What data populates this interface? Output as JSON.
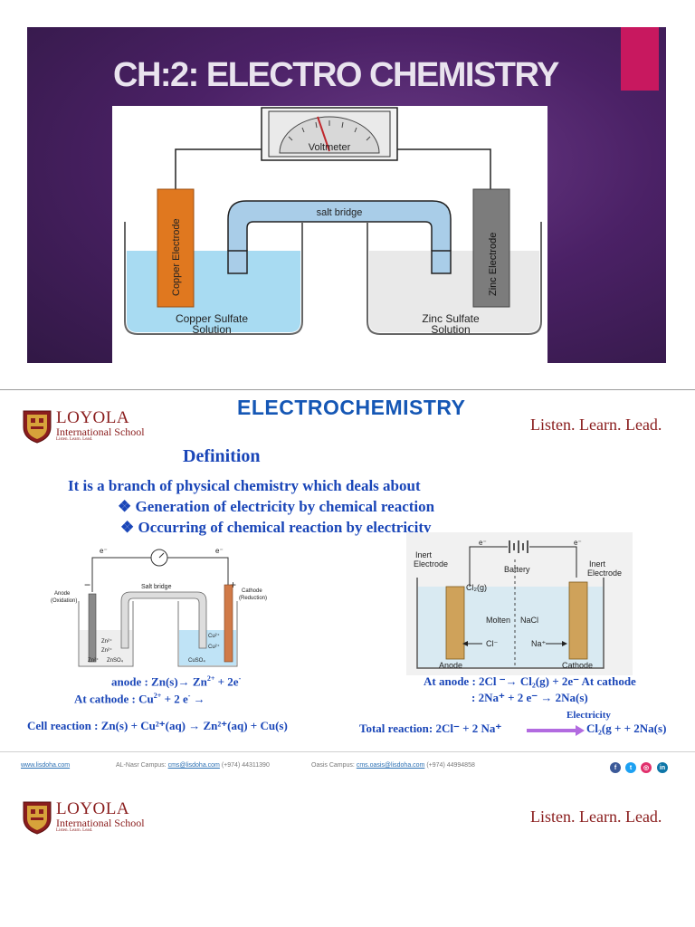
{
  "slide1": {
    "title": "CH:2:  ELECTRO CHEMISTRY",
    "diagram": {
      "meter_label": "Voltmeter",
      "bridge_label": "salt bridge",
      "left_electrode": "Copper Electrode",
      "right_electrode": "Zinc Electrode",
      "left_solution_line1": "Copper Sulfate",
      "left_solution_line2": "Solution",
      "right_solution_line1": "Zinc Sulfate",
      "right_solution_line2": "Solution"
    },
    "colors": {
      "accent_tab": "#c8185f",
      "background": "#4b2166"
    }
  },
  "slide2": {
    "logo": {
      "name": "LOYOLA",
      "subtitle": "International School",
      "tagline": "Listen. Learn. Lead."
    },
    "motto": "Listen. Learn. Lead.",
    "heading": "ELECTROCHEMISTRY",
    "definition_title": "Definition",
    "definition_text": "It is a branch of physical chemistry which deals about",
    "bullets": [
      "❖ Generation of electricity by chemical reaction",
      "❖ Occurring of chemical reaction by electricity"
    ],
    "left_figure": {
      "e_left": "e⁻",
      "e_right": "e⁻",
      "minus": "−",
      "plus": "+",
      "anode": "Anode",
      "anode_sub": "(Oxidation)",
      "bridge": "Salt bridge",
      "cathode": "Cathode",
      "cathode_sub": "(Reduction)",
      "zn_ions": "Zn²⁺",
      "znso4": "ZnSO₄",
      "cu_ions": "Cu²⁺",
      "cuso4": "CuSO₄"
    },
    "right_figure": {
      "e_left": "e⁻",
      "e_right": "e⁻",
      "battery": "Battery",
      "inert_left_1": "Inert",
      "inert_left_2": "Electrode",
      "inert_right_1": "Inert",
      "inert_right_2": "Electrode",
      "cl2": "Cl₂(g)",
      "molten": "Molten",
      "nacl": "NaCl",
      "cl_ion": "Cl⁻",
      "na_ion": "Na⁺",
      "anode": "Anode",
      "cathode": "Cathode"
    },
    "left_eq": {
      "anode_label": "anode : Zn(s)→ Zn",
      "anode_rest": " + 2e",
      "cathode_label": "At cathode : Cu",
      "cathode_rest": " + 2 e",
      "cathode_arrow": " →",
      "cell": "Cell reaction : Zn(s) + Cu²⁺(aq) → Zn²⁺(aq) + Cu(s)"
    },
    "right_eq": {
      "anode": "At anode : 2Cl ⁻→ Cl₂(g) + 2e⁻ At cathode",
      "cathode": ": 2Na⁺ + 2 e⁻ → 2Na(s)",
      "electricity": "Electricity",
      "total": "Total reaction: 2Cl⁻ + 2 Na⁺",
      "product": "Cl₂(g + + 2Na(s)"
    },
    "footer": {
      "website": "www.lisdoha.com",
      "alnasr_label": "AL-Nasr Campus:",
      "alnasr_email": "cms@lisdoha.com",
      "alnasr_phone": "(+974) 44311390",
      "oasis_label": "Oasis Campus:",
      "oasis_email": "cms.oasis@lisdoha.com",
      "oasis_phone": "(+974) 44994858"
    },
    "social": [
      {
        "icon": "facebook-icon",
        "glyph": "f",
        "color": "#3b5998"
      },
      {
        "icon": "twitter-icon",
        "glyph": "t",
        "color": "#1da1f2"
      },
      {
        "icon": "instagram-icon",
        "glyph": "◎",
        "color": "#e1306c"
      },
      {
        "icon": "linkedin-icon",
        "glyph": "in",
        "color": "#0e76a8"
      }
    ]
  },
  "slide3": {
    "logo": {
      "name": "LOYOLA",
      "subtitle": "International School",
      "tagline": "Listen. Learn. Lead."
    },
    "motto": "Listen. Learn. Lead."
  }
}
